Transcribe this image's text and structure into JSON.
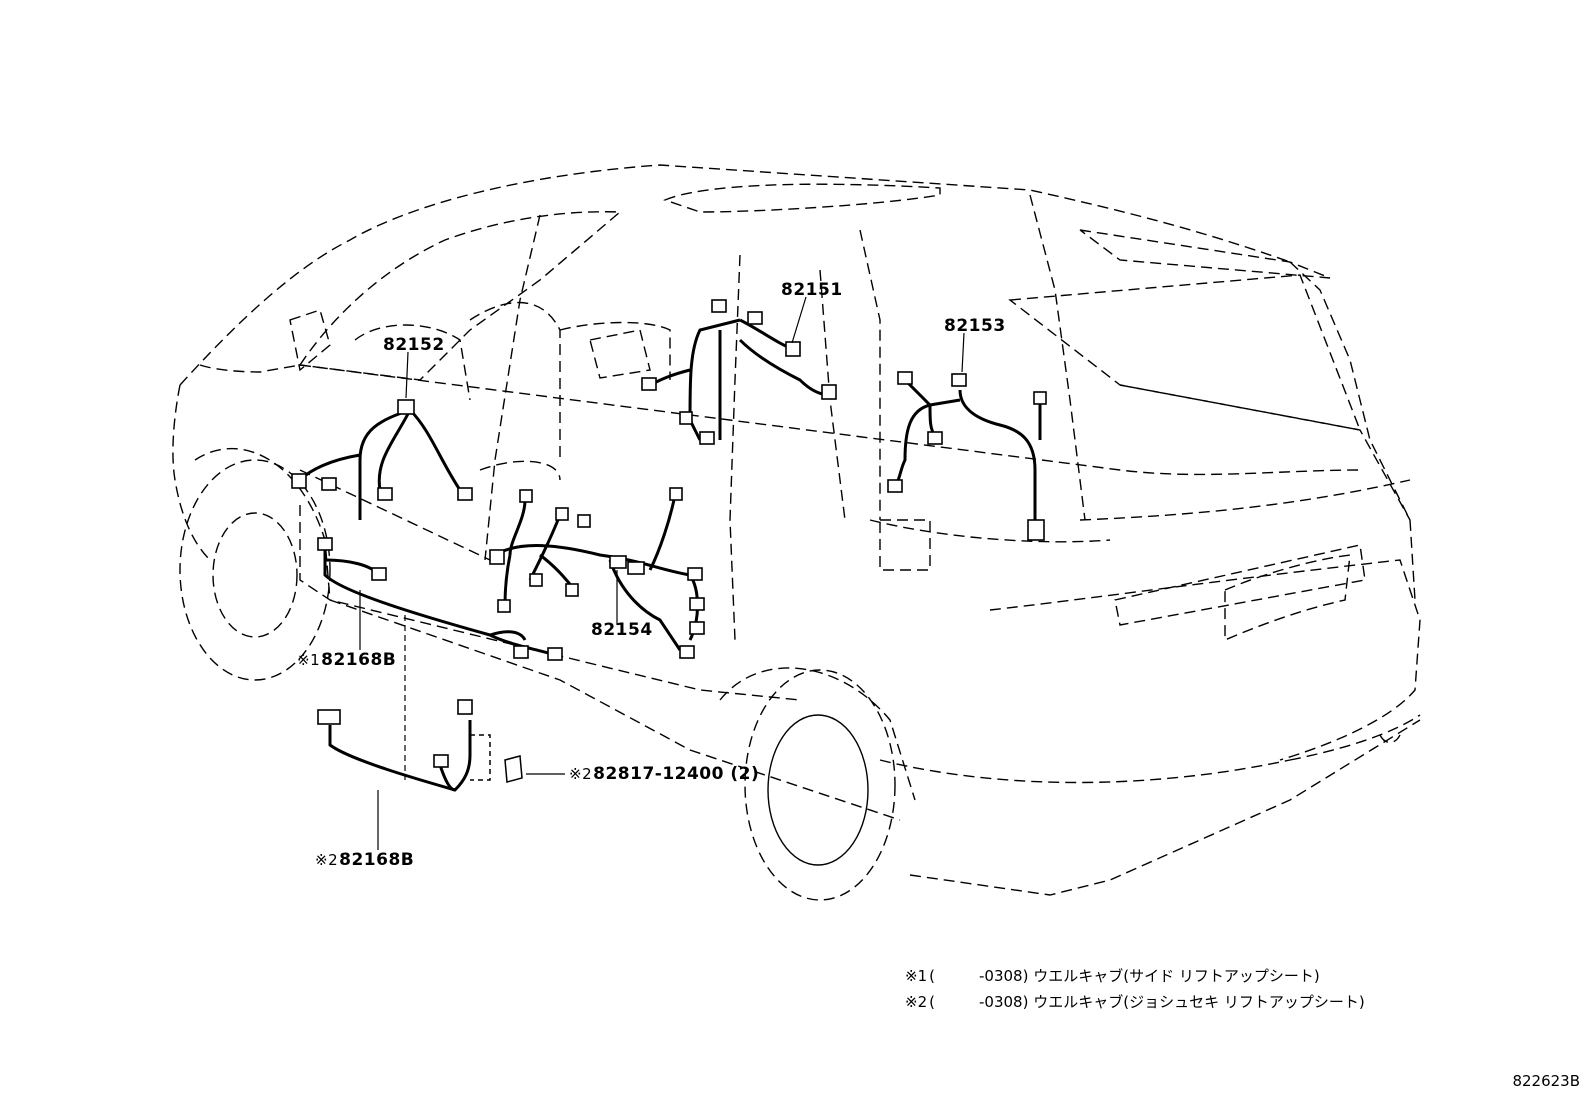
{
  "callouts": {
    "p82151": "82151",
    "p82152": "82152",
    "p82153": "82153",
    "p82154": "82154",
    "p82168b_1": {
      "mark": "※1",
      "code": "82168B"
    },
    "p82168b_2": {
      "mark": "※2",
      "code": "82168B"
    },
    "p82817": {
      "mark": "※2",
      "code": "82817-12400",
      "qty": "(2)"
    }
  },
  "notes": [
    {
      "mark": "※1",
      "paren": "(",
      "code": "-0308)",
      "text": "ウエルキャブ(サイド リフトアップシート)"
    },
    {
      "mark": "※2",
      "paren": "(",
      "code": "-0308)",
      "text": "ウエルキャブ(ジョシュセキ リフトアップシート)"
    }
  ],
  "diagram_id": "822623B",
  "colors": {
    "ink": "#000000",
    "background": "#ffffff"
  }
}
